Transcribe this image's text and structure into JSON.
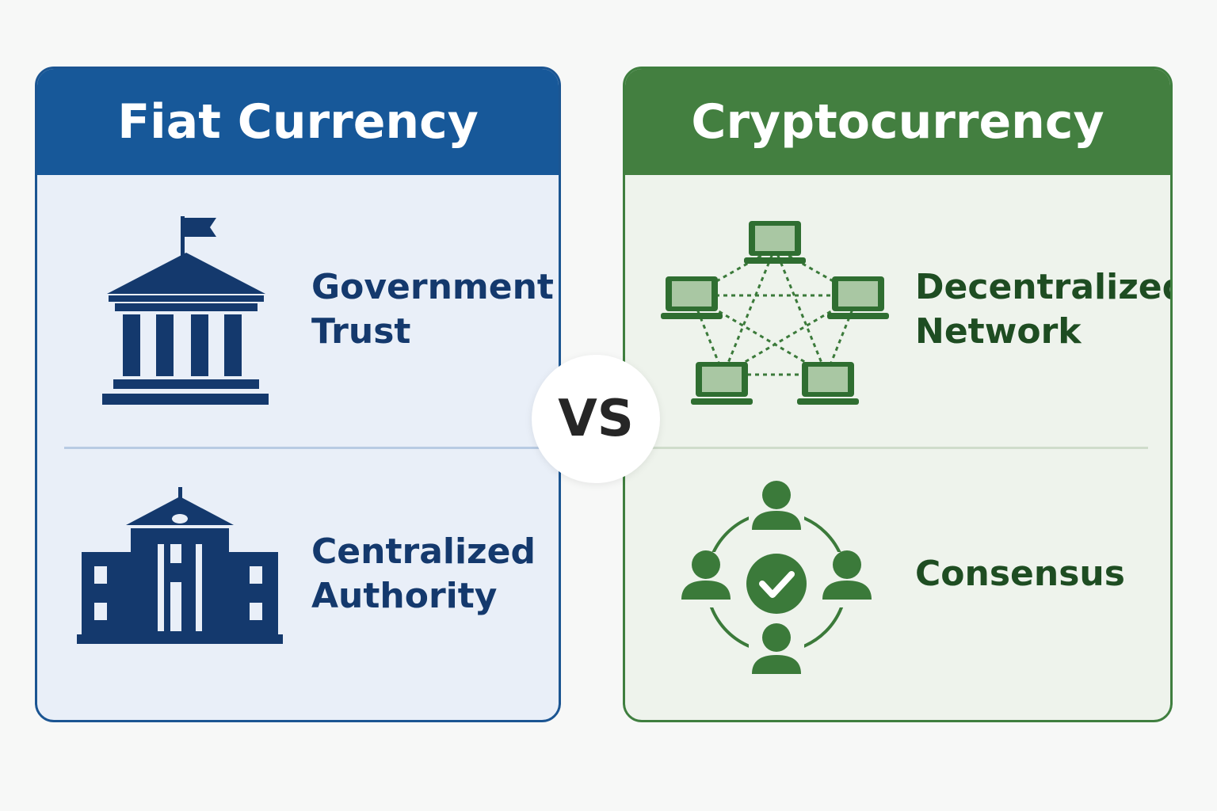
{
  "colors": {
    "fiat_primary": "#175899",
    "fiat_text": "#14396d",
    "crypto_primary": "#437f40",
    "crypto_text": "#1e4d22"
  },
  "fiat": {
    "title": "Fiat Currency",
    "items": [
      {
        "icon": "government-building-icon",
        "line1": "Government",
        "line2": "Trust"
      },
      {
        "icon": "city-hall-icon",
        "line1": "Centralized",
        "line2": "Authority"
      }
    ]
  },
  "crypto": {
    "title": "Cryptocurrency",
    "items": [
      {
        "icon": "network-computers-icon",
        "line1": "Decentralized",
        "line2": "Network"
      },
      {
        "icon": "consensus-people-icon",
        "line1": "Consensus",
        "line2": ""
      }
    ]
  },
  "vs_label": "VS"
}
